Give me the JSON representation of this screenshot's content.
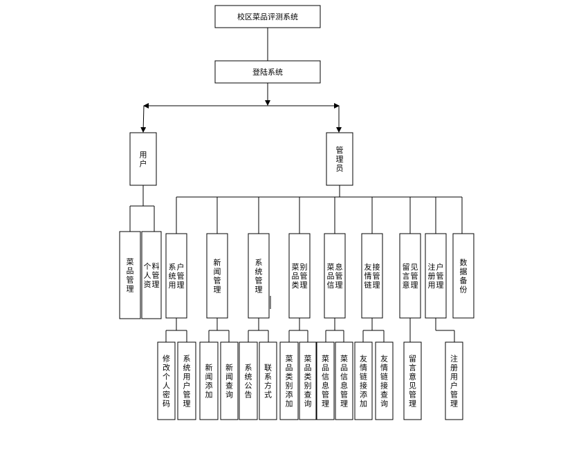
{
  "nodes": [
    {
      "id": "root",
      "text": "校区菜品评测系统",
      "orient": "h"
    },
    {
      "id": "login",
      "text": "登陆系统",
      "orient": "h"
    },
    {
      "id": "user",
      "text": "用户",
      "orient": "v"
    },
    {
      "id": "admin",
      "text": "管理员",
      "orient": "v"
    },
    {
      "id": "u1",
      "text": "菜品管理",
      "orient": "v"
    },
    {
      "id": "u2",
      "text": "个人资料管理",
      "orient": "v"
    },
    {
      "id": "a1",
      "text": "系统用户管理",
      "orient": "v"
    },
    {
      "id": "a2",
      "text": "新闻管理",
      "orient": "v"
    },
    {
      "id": "a3",
      "text": "系统管理",
      "orient": "v"
    },
    {
      "id": "a4",
      "text": "菜品类别管理",
      "orient": "v"
    },
    {
      "id": "a5",
      "text": "菜品信息管理",
      "orient": "v"
    },
    {
      "id": "a6",
      "text": "友情链接管理",
      "orient": "v"
    },
    {
      "id": "a7",
      "text": "留言意见管理",
      "orient": "v"
    },
    {
      "id": "a8",
      "text": "注册用户管理",
      "orient": "v"
    },
    {
      "id": "a9",
      "text": "数据备份",
      "orient": "v"
    },
    {
      "id": "b1",
      "text": "修改个人密码",
      "orient": "v"
    },
    {
      "id": "b2",
      "text": "系统用户管理",
      "orient": "v"
    },
    {
      "id": "b3",
      "text": "新闻添加",
      "orient": "v"
    },
    {
      "id": "b4",
      "text": "新闻查询",
      "orient": "v"
    },
    {
      "id": "b5",
      "text": "系统公告",
      "orient": "v"
    },
    {
      "id": "b6",
      "text": "联系方式",
      "orient": "v"
    },
    {
      "id": "b7",
      "text": "菜品类别添加",
      "orient": "v"
    },
    {
      "id": "b8",
      "text": "菜品类别查询",
      "orient": "v"
    },
    {
      "id": "b9",
      "text": "菜品信息管理",
      "orient": "v"
    },
    {
      "id": "b10",
      "text": "菜品信息管理",
      "orient": "v"
    },
    {
      "id": "b11",
      "text": "友情链接添加",
      "orient": "v"
    },
    {
      "id": "b12",
      "text": "友情链接查询",
      "orient": "v"
    },
    {
      "id": "b13",
      "text": "留言意见管理",
      "orient": "v"
    },
    {
      "id": "b14",
      "text": "注册用户管理",
      "orient": "v"
    }
  ]
}
